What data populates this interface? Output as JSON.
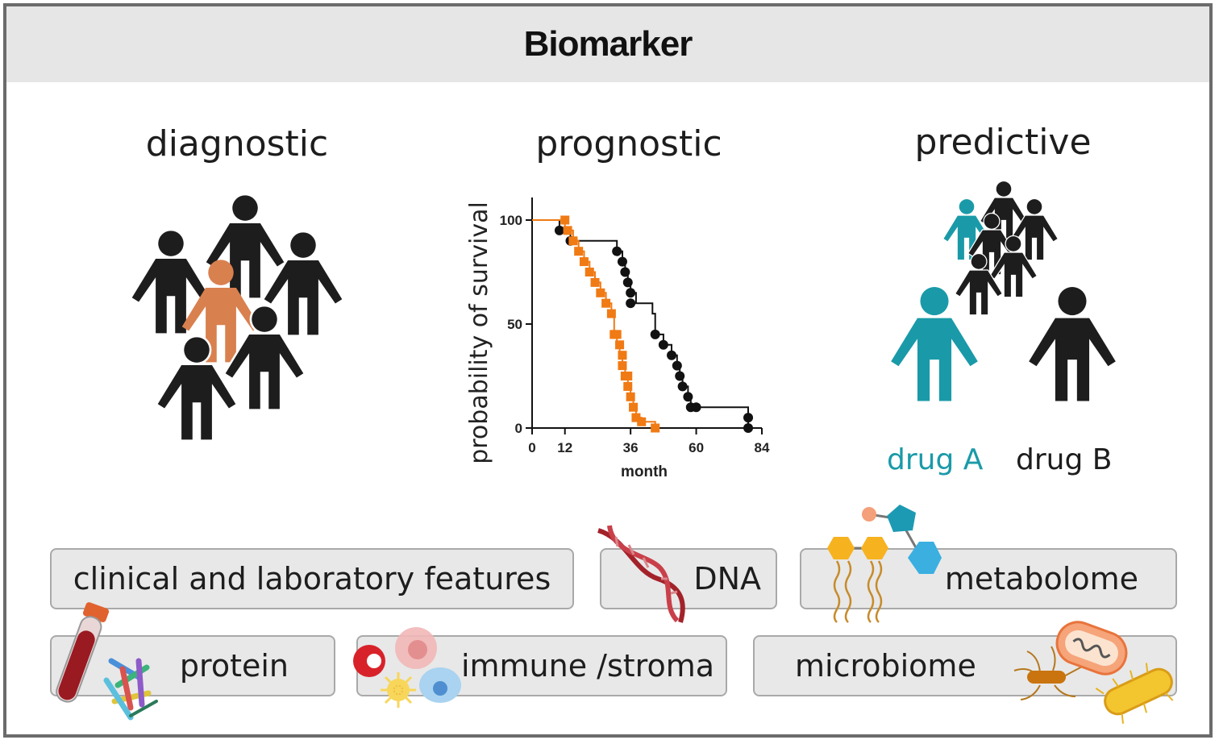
{
  "header": {
    "title": "Biomarker"
  },
  "columns": {
    "diagnostic": "diagnostic",
    "prognostic": "prognostic",
    "predictive": "predictive"
  },
  "predictive": {
    "drug_a": "drug A",
    "drug_b": "drug B",
    "drug_a_color": "#1a9aa8",
    "drug_b_color": "#1d1d1d"
  },
  "colors": {
    "highlight_person": "#d9804f",
    "person": "#1d1d1d",
    "orange_series": "#f07a14",
    "black_series": "#111111"
  },
  "chart_data": {
    "type": "line",
    "xlabel": "month",
    "ylabel": "probability of survival",
    "xticks": [
      0,
      12,
      36,
      60,
      84
    ],
    "yticks": [
      0,
      50,
      100
    ],
    "xlim": [
      0,
      84
    ],
    "ylim": [
      0,
      100
    ],
    "series": [
      {
        "color": "#111111",
        "marker": "circle",
        "x": [
          0,
          10,
          10,
          14,
          14,
          31,
          31,
          33,
          33,
          34,
          34,
          35,
          35,
          36,
          36,
          38,
          38,
          44,
          44,
          45,
          45,
          48,
          48,
          51,
          51,
          53,
          53,
          54,
          54,
          55,
          55,
          57,
          57,
          58,
          58,
          59,
          59,
          60,
          60,
          79,
          79
        ],
        "y": [
          100,
          100,
          95,
          95,
          90,
          90,
          85,
          85,
          80,
          80,
          75,
          75,
          70,
          70,
          65,
          65,
          60,
          60,
          55,
          55,
          45,
          45,
          40,
          40,
          35,
          35,
          30,
          30,
          25,
          25,
          20,
          20,
          15,
          15,
          10,
          10,
          10,
          10,
          10,
          10,
          0
        ],
        "points_x": [
          10,
          14,
          31,
          33,
          34,
          35,
          36,
          36,
          45,
          48,
          51,
          53,
          54,
          55,
          57,
          58,
          60,
          79,
          79
        ],
        "points_y": [
          95,
          90,
          85,
          80,
          75,
          70,
          65,
          60,
          45,
          40,
          35,
          30,
          25,
          20,
          15,
          10,
          10,
          5,
          0
        ]
      },
      {
        "color": "#f07a14",
        "marker": "square",
        "x": [
          0,
          12,
          12,
          15,
          15,
          17,
          17,
          19,
          19,
          21,
          21,
          23,
          23,
          25,
          25,
          27,
          27,
          29,
          29,
          30,
          30,
          31,
          31,
          32,
          32,
          33,
          33,
          34,
          34,
          35,
          35,
          36,
          36,
          37,
          37,
          38,
          38,
          40,
          40,
          45,
          45
        ],
        "y": [
          100,
          100,
          95,
          95,
          90,
          90,
          85,
          85,
          80,
          80,
          75,
          75,
          70,
          70,
          65,
          65,
          60,
          60,
          55,
          55,
          45,
          45,
          40,
          40,
          35,
          35,
          30,
          30,
          25,
          25,
          20,
          20,
          15,
          15,
          10,
          10,
          5,
          5,
          3,
          3,
          0
        ],
        "points_x": [
          12,
          13,
          15,
          17,
          19,
          21,
          23,
          25,
          27,
          29,
          30,
          31,
          32,
          33,
          33,
          34,
          35,
          35,
          36,
          37,
          38,
          40,
          45
        ],
        "points_y": [
          100,
          95,
          90,
          85,
          80,
          75,
          70,
          65,
          60,
          55,
          45,
          45,
          40,
          35,
          30,
          25,
          25,
          20,
          15,
          10,
          5,
          3,
          0
        ]
      }
    ]
  },
  "categories": {
    "clinical": "clinical and laboratory features",
    "dna": "DNA",
    "metabolome": "metabolome",
    "protein": "protein",
    "immune": "immune /stroma",
    "microbiome": "microbiome"
  }
}
